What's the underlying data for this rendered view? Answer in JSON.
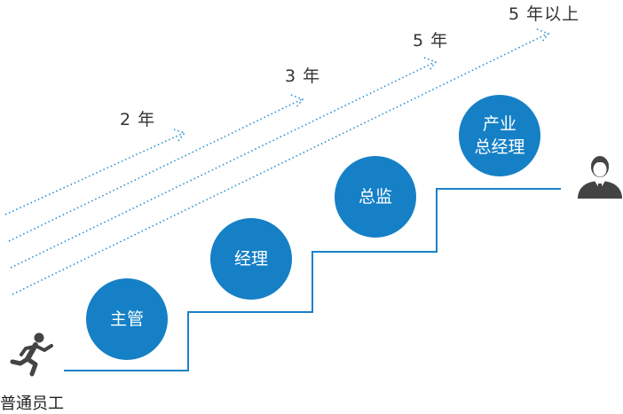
{
  "colors": {
    "node_fill": "#1580c6",
    "stair_line": "#1a82c8",
    "dotted_arrow": "#2a8fd0",
    "icon": "#444444"
  },
  "years": [
    "2 年",
    "3 年",
    "5 年",
    "5 年以上"
  ],
  "positions": [
    {
      "lines": [
        "主管"
      ]
    },
    {
      "lines": [
        "经理"
      ]
    },
    {
      "lines": [
        "总监"
      ]
    },
    {
      "lines": [
        "产业",
        "总经理"
      ]
    }
  ],
  "start": {
    "label": "普通员工",
    "icon": "running-person-icon"
  },
  "end": {
    "icon": "businessman-icon"
  }
}
